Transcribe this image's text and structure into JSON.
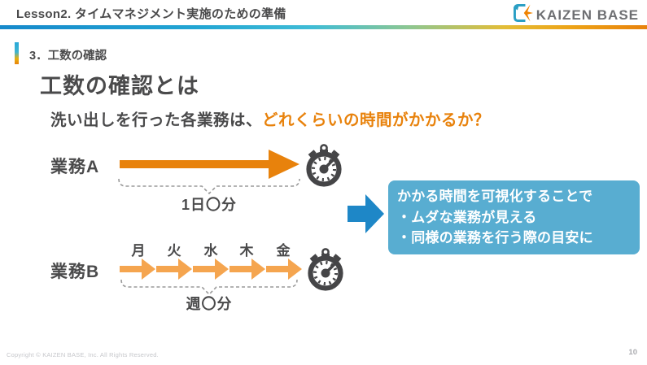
{
  "header": {
    "lesson_title": "Lesson2. タイムマネジメント実施のための準備",
    "logo_text": "KAIZEN BASE"
  },
  "section": {
    "label": "3．工数の確認"
  },
  "main": {
    "title": "工数の確認とは",
    "subtitle_plain": "洗い出しを行った各業務は、",
    "subtitle_highlight": "どれくらいの時間がかかるか？",
    "task_a": {
      "label": "業務A",
      "duration_label": "1日〇分"
    },
    "task_b": {
      "label": "業務B",
      "days": [
        "月",
        "火",
        "水",
        "木",
        "金"
      ],
      "duration_label": "週〇分"
    },
    "callout": {
      "line1": "かかる時間を可視化することで",
      "line2": "・ムダな業務が見える",
      "line3": "・同様の業務を行う際の目安に"
    }
  },
  "footer": {
    "copyright": "Copyright ©  KAIZEN BASE, Inc.  All Rights Reserved.",
    "page_number": "10"
  },
  "colors": {
    "text_dark": "#4a4a4b",
    "accent_orange": "#e8820c",
    "light_orange": "#f5a54f",
    "arrow_blue": "#1e87c7",
    "callout_blue": "#58add1",
    "stopwatch_gray": "#454547"
  }
}
